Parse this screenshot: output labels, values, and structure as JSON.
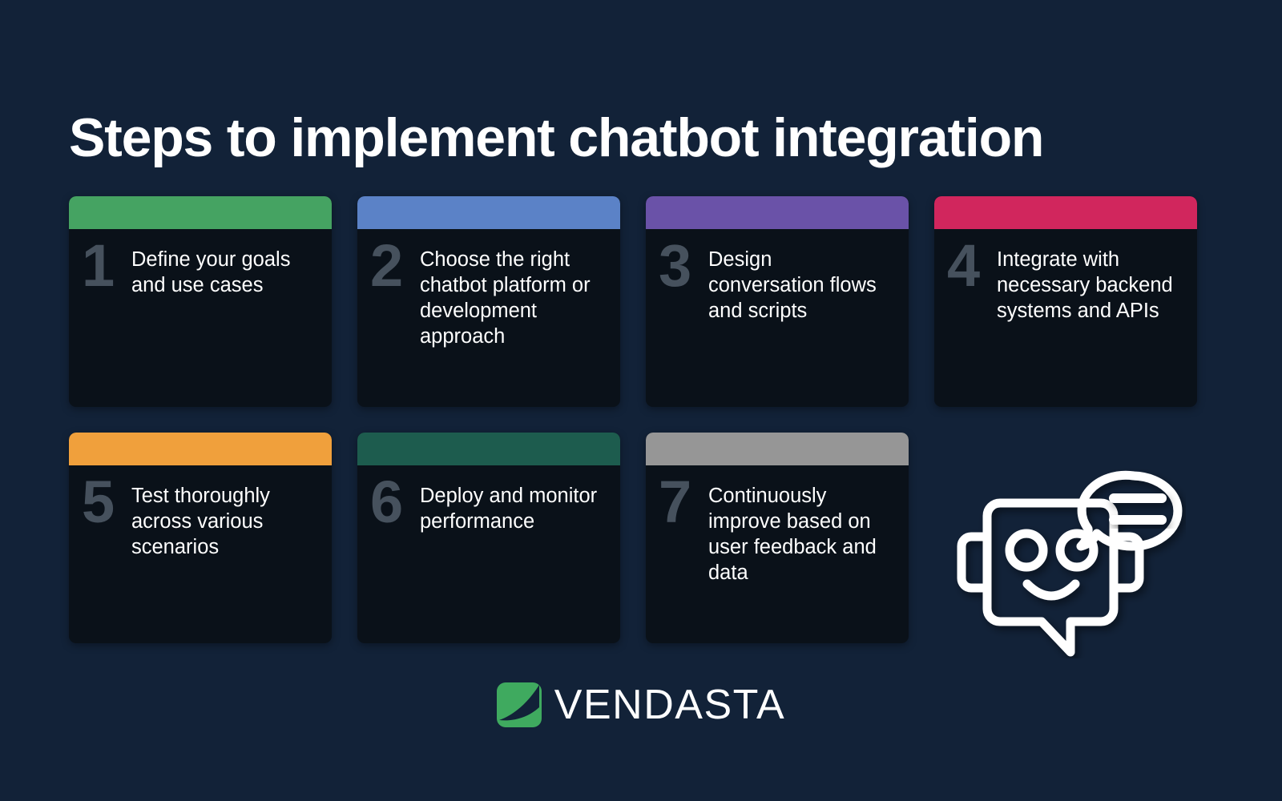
{
  "background_color": "#122238",
  "header": {
    "title": "Steps to implement chatbot integration"
  },
  "colors": {
    "background": "#122238",
    "card_body": "#0a1119",
    "card_number": "#46515d",
    "text": "#ffffff",
    "brand_green": "#3faa5f",
    "illustration_stroke": "#ffffff"
  },
  "steps": [
    {
      "number": "1",
      "text": "Define your goals and use cases",
      "accent_color": "#45a362"
    },
    {
      "number": "2",
      "text": "Choose the right chatbot platform or development approach",
      "accent_color": "#5b82c7"
    },
    {
      "number": "3",
      "text": "Design conversation flows and scripts",
      "accent_color": "#6a52a8"
    },
    {
      "number": "4",
      "text": "Integrate with necessary backend systems and APIs",
      "accent_color": "#d1265d"
    },
    {
      "number": "5",
      "text": "Test thoroughly across various scenarios",
      "accent_color": "#f0a03c"
    },
    {
      "number": "6",
      "text": "Deploy and monitor performance",
      "accent_color": "#1d5c4e"
    },
    {
      "number": "7",
      "text": "Continuously improve based on user feedback and data",
      "accent_color": "#969696"
    }
  ],
  "illustration": {
    "name": "chatbot-robot-icon",
    "parts": [
      "robot-head",
      "robot-eye-left",
      "robot-eye-right",
      "robot-smile",
      "robot-ear-left",
      "robot-ear-right",
      "speech-bubble",
      "speech-bubble-line-1",
      "speech-bubble-line-2"
    ]
  },
  "footer": {
    "logo_mark": "vendasta-logo-mark",
    "logo_text": "VENDASTA"
  }
}
